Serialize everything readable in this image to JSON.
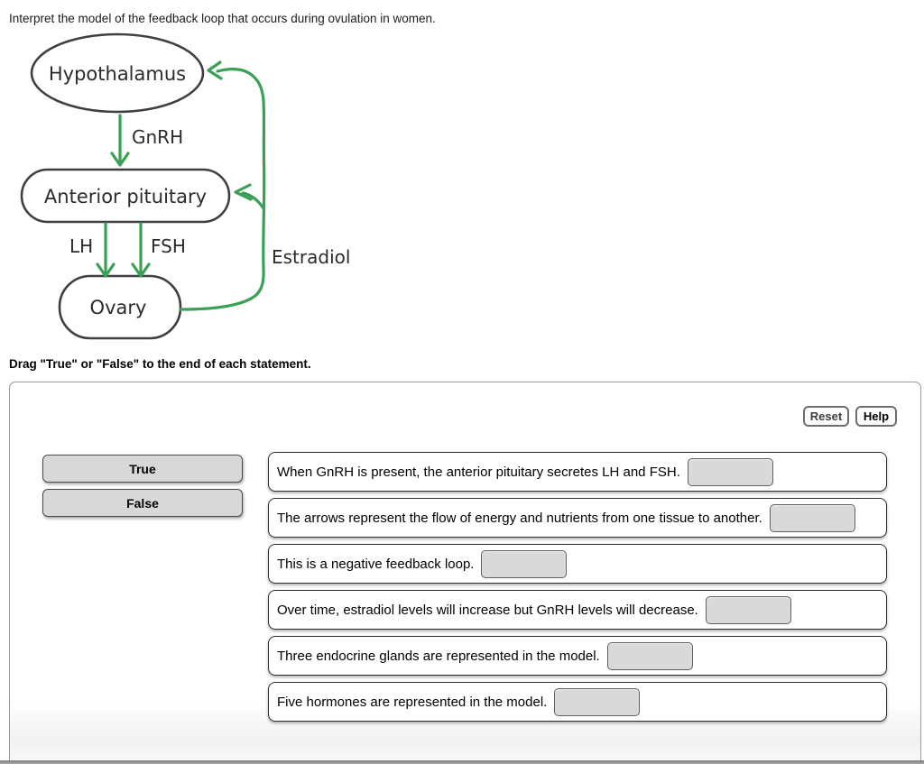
{
  "page": {
    "instruction": "Interpret the model of the feedback loop that occurs during ovulation in women.",
    "drag_instruction": "Drag \"True\" or \"False\" to the end of each statement."
  },
  "diagram": {
    "arrow_color": "#3aa055",
    "sketch_color": "#3f3f3f",
    "text_color": "#2b2b2b",
    "nodes": {
      "hypothalamus": "Hypothalamus",
      "anterior_pituitary": "Anterior pituitary",
      "ovary": "Ovary"
    },
    "hormones": {
      "gnrh": "GnRH",
      "lh": "LH",
      "fsh": "FSH",
      "estradiol": "Estradiol"
    }
  },
  "panel": {
    "buttons": {
      "reset": "Reset",
      "help": "Help"
    },
    "choices": [
      {
        "label": "True"
      },
      {
        "label": "False"
      }
    ],
    "statements": [
      {
        "text": "When GnRH is present, the anterior pituitary secretes LH and FSH."
      },
      {
        "text": "The arrows represent the flow of energy and nutrients from one tissue to another."
      },
      {
        "text": "This is a negative feedback loop."
      },
      {
        "text": "Over time, estradiol levels will increase but GnRH levels will decrease."
      },
      {
        "text": "Three endocrine glands are represented in the model."
      },
      {
        "text": "Five hormones are represented in the model."
      }
    ]
  }
}
